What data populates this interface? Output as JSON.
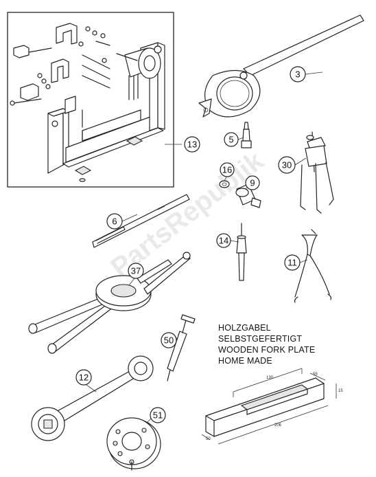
{
  "watermark": "PartsRepublik",
  "callouts": {
    "c3": "3",
    "c5": "5",
    "c6": "6",
    "c9": "9",
    "c11": "11",
    "c12": "12",
    "c13": "13",
    "c14": "14",
    "c16": "16",
    "c30": "30",
    "c37": "37",
    "c50": "50",
    "c51": "51"
  },
  "fork_plate_note": {
    "line1": "HOLZGABEL",
    "line2": "SELBSTGEFERTIGT",
    "line3": "WOODEN FORK PLATE",
    "line4": "HOME MADE"
  },
  "dimensions": {
    "length_top": "130",
    "length_bottom": "206",
    "width": "55",
    "height": "15",
    "depth": "50"
  }
}
